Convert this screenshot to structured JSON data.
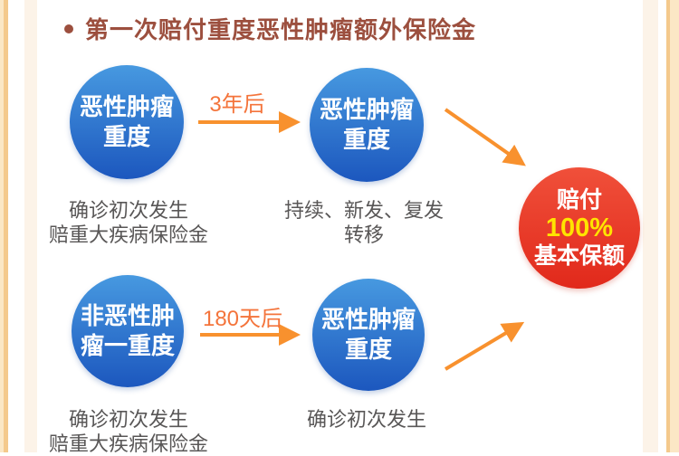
{
  "page": {
    "title": "第一次赔付重度恶性肿瘤额外保险金"
  },
  "colors": {
    "title": "#9C4F3E",
    "circle_blue_top": "#4799E0",
    "circle_blue_bottom": "#1C57BE",
    "circle_red_top": "#F0503A",
    "circle_red_bottom": "#E1291B",
    "arrow_orange": "#F8912E",
    "label_orange": "#F4743B",
    "caption_gray": "#595757",
    "highlight_yellow": "#FFE400",
    "border_peach": "#FBE7C5",
    "border_orange": "#F4C98C",
    "background_cream": "#FCF3E8"
  },
  "flow": {
    "rows": [
      {
        "start_circle": {
          "lines": [
            "恶性肿瘤",
            "重度"
          ]
        },
        "arrow_label": "3年后",
        "mid_circle": {
          "lines": [
            "恶性肿瘤",
            "重度"
          ]
        },
        "start_caption": [
          "确诊初次发生",
          "赔重大疾病保险金"
        ],
        "mid_caption": [
          "持续、新发、复发",
          "转移"
        ]
      },
      {
        "start_circle": {
          "lines": [
            "非恶性肿",
            "瘤一重度"
          ]
        },
        "arrow_label": "180天后",
        "mid_circle": {
          "lines": [
            "恶性肿瘤",
            "重度"
          ]
        },
        "start_caption": [
          "确诊初次发生",
          "赔重大疾病保险金"
        ],
        "mid_caption": [
          "确诊初次发生"
        ]
      }
    ],
    "result_circle": {
      "lines": [
        "赔付",
        "100%",
        "基本保额"
      ]
    }
  }
}
